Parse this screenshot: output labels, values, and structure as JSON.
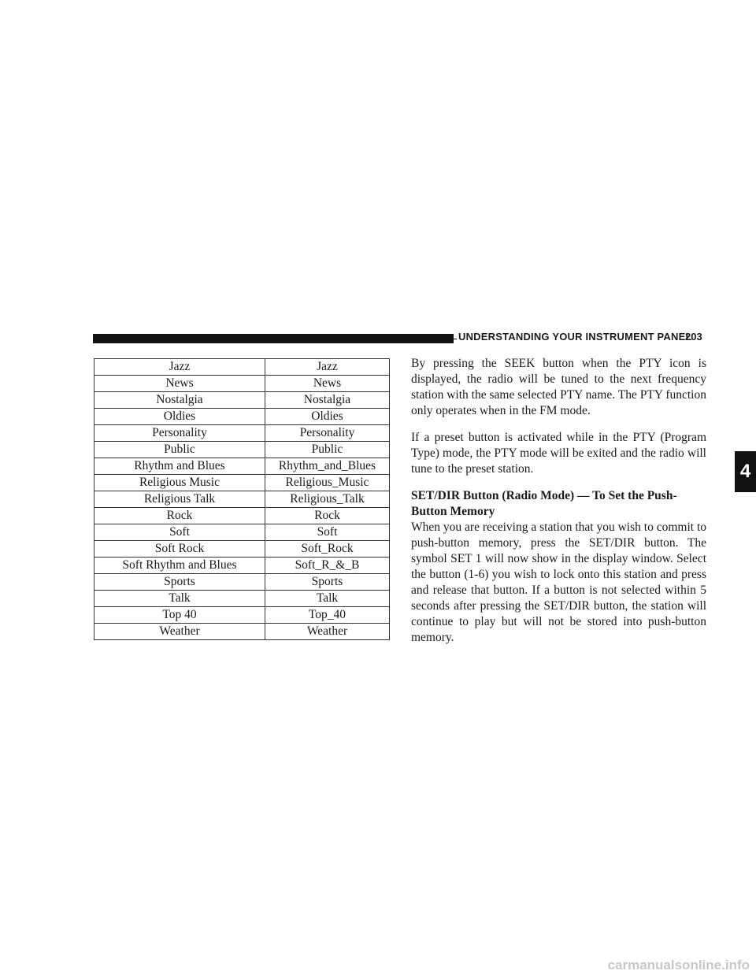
{
  "header": {
    "title": "UNDERSTANDING YOUR INSTRUMENT PANEL",
    "page_number": "203"
  },
  "chapter_tab": "4",
  "pty_table": {
    "rows": [
      [
        "Jazz",
        "Jazz"
      ],
      [
        "News",
        "News"
      ],
      [
        "Nostalgia",
        "Nostalgia"
      ],
      [
        "Oldies",
        "Oldies"
      ],
      [
        "Personality",
        "Personality"
      ],
      [
        "Public",
        "Public"
      ],
      [
        "Rhythm and Blues",
        "Rhythm_and_Blues"
      ],
      [
        "Religious Music",
        "Religious_Music"
      ],
      [
        "Religious Talk",
        "Religious_Talk"
      ],
      [
        "Rock",
        "Rock"
      ],
      [
        "Soft",
        "Soft"
      ],
      [
        "Soft Rock",
        "Soft_Rock"
      ],
      [
        "Soft Rhythm and Blues",
        "Soft_R_&_B"
      ],
      [
        "Sports",
        "Sports"
      ],
      [
        "Talk",
        "Talk"
      ],
      [
        "Top 40",
        "Top_40"
      ],
      [
        "Weather",
        "Weather"
      ]
    ]
  },
  "body": {
    "para1": "By pressing the SEEK button when the PTY icon is displayed, the radio will be tuned to the next frequency station with the same selected PTY name. The PTY function only operates when in the FM mode.",
    "para2": "If a preset button is activated while in the PTY (Program Type) mode, the PTY mode will be exited and the radio will tune to the preset station.",
    "heading": "SET/DIR Button (Radio Mode) — To Set the Push-Button Memory",
    "para3": "When you are receiving a station that you wish to commit to push-button memory, press the SET/DIR button. The symbol SET 1 will now show in the display window. Select the button (1-6) you wish to lock onto this station and press and release that button. If a button is not selected within 5 seconds after pressing the SET/DIR button, the station will continue to play but will not be stored into push-button memory."
  },
  "watermark": "carmanualsonline.info"
}
